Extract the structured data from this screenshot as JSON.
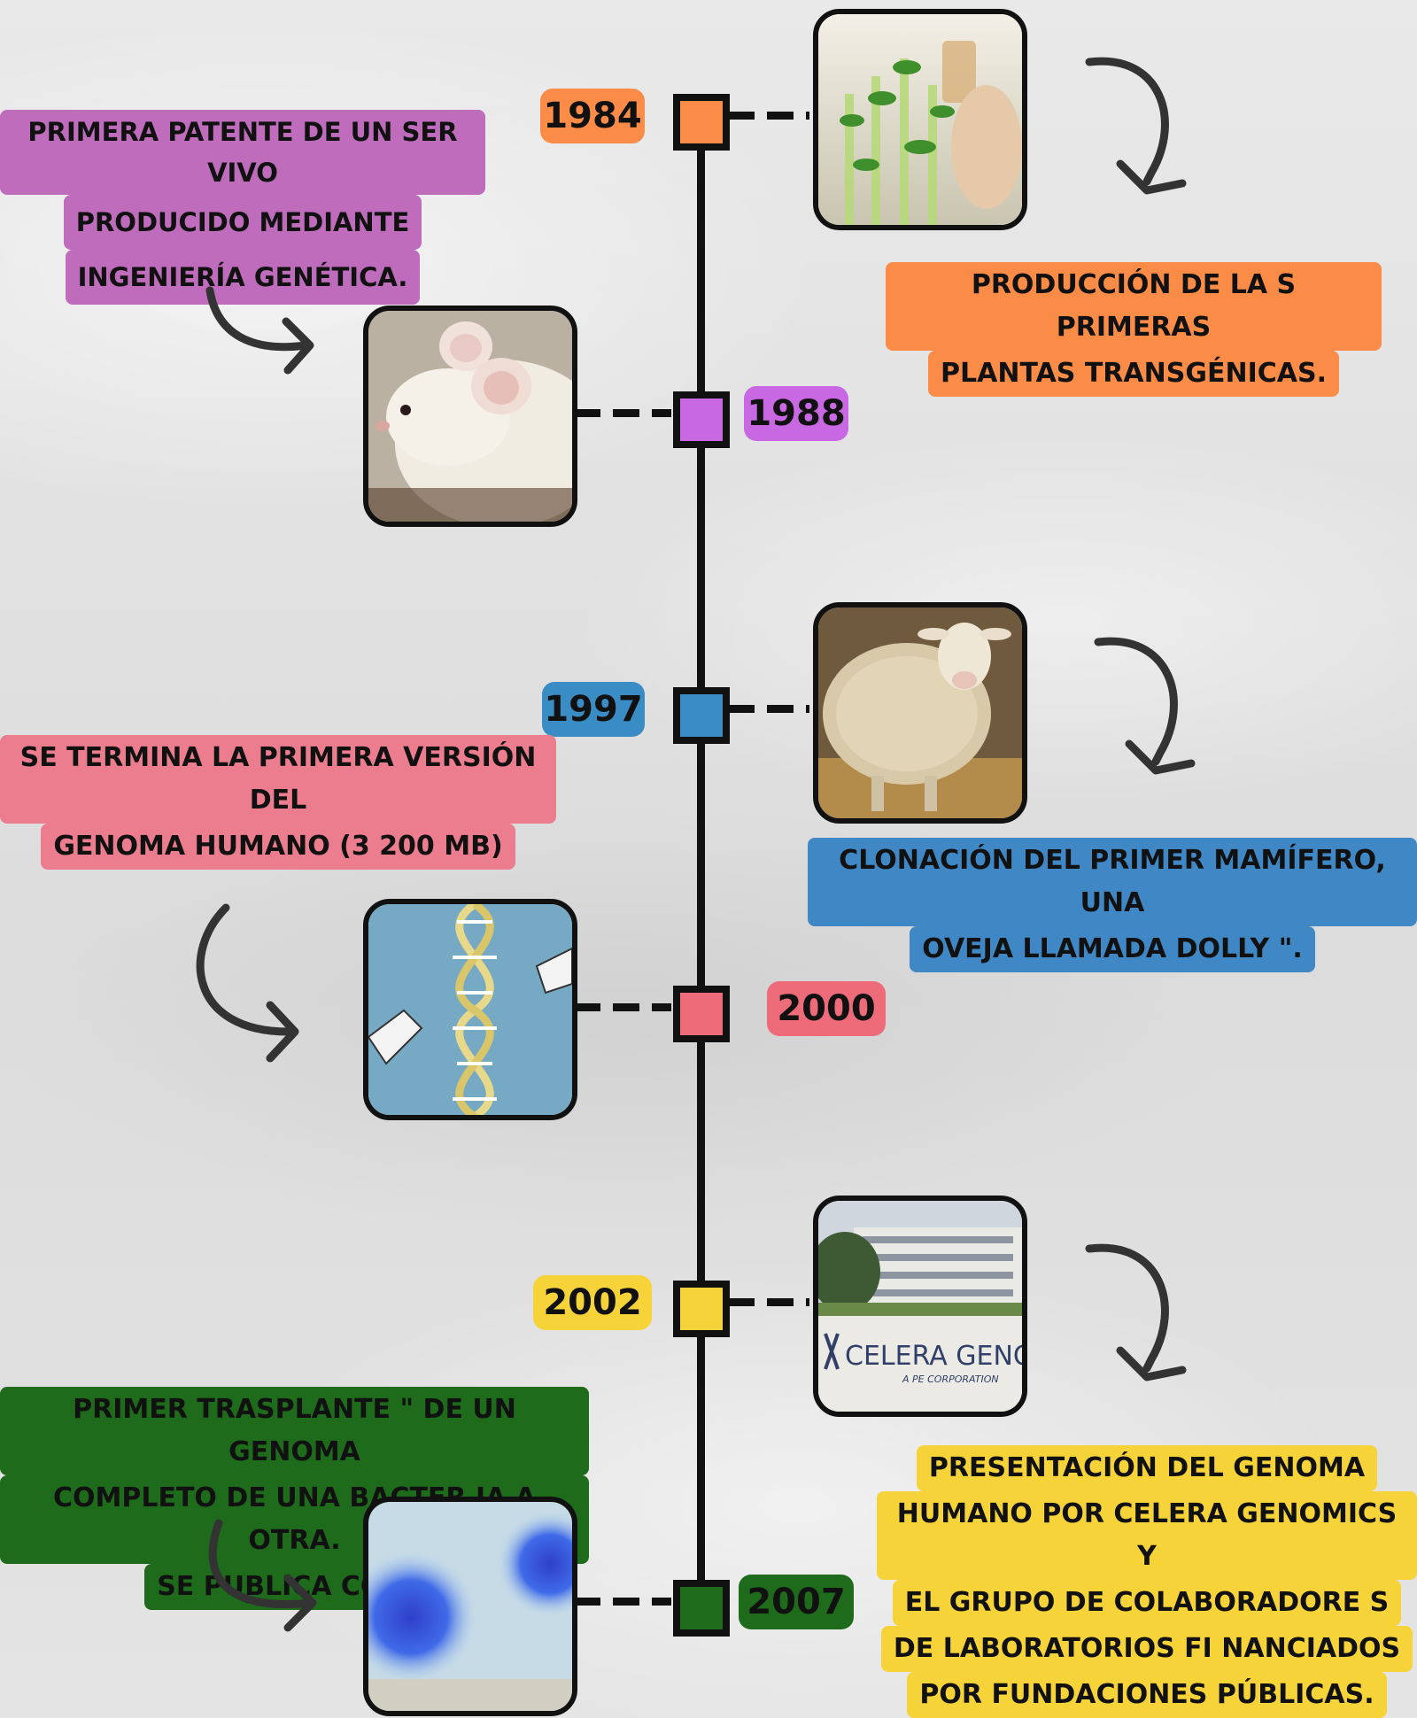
{
  "colors": {
    "1984": "#fb8c47",
    "1988": "#c968e3",
    "1997": "#3a8cc4",
    "2000": "#ee6b7a",
    "2002": "#f7d33a",
    "2007": "#1f6b1c",
    "label_1984": "#bf6cbc",
    "label_1988": "#fb8c47",
    "label_1997": "#ec7d8e",
    "label_2000": "#3f88c5",
    "label_2002": "#1f6b1c",
    "label_2007": "#f7d33a"
  },
  "events": [
    {
      "year": "1984",
      "lines": [
        "PRIMERA PATENTE DE UN SER VIVO",
        "PRODUCIDO MEDIANTE",
        "INGENIERÍA GENÉTICA."
      ],
      "photo_icon": "plant-test-tubes-photo"
    },
    {
      "year": "1988",
      "lines": [
        "PRODUCCIÓN DE LA S PRIMERAS",
        "PLANTAS TRANSGÉNICAS."
      ],
      "photo_icon": "white-mouse-photo"
    },
    {
      "year": "1997",
      "lines": [
        "SE TERMINA LA PRIMERA VERSIÓN DEL",
        "GENOMA HUMANO (3 200 MB)"
      ],
      "photo_icon": "dolly-sheep-photo"
    },
    {
      "year": "2000",
      "lines": [
        "CLONACIÓN DEL PRIMER MAMÍFERO, UNA",
        "OVEJA LLAMADA DOLLY \"."
      ],
      "photo_icon": "dna-helix-photo"
    },
    {
      "year": "2002",
      "lines": [
        "PRIMER TRASPLANTE \" DE UN GENOMA",
        "COMPLETO DE UNA BACTER IA A OTRA.",
        "SE PUBLICA COMO"
      ],
      "photo_icon": "celera-building-photo",
      "sign_text": "CELERA GENOM",
      "sign_subtext": "A PE CORPORATION"
    },
    {
      "year": "2007",
      "lines": [
        "PRESENTACIÓN DEL GENOMA",
        "HUMANO POR CELERA GENOMICS Y",
        "EL GRUPO DE COLABORADORE S",
        "DE LABORATORIOS FI NANCIADOS",
        "POR FUNDACIONES PÚBLICAS."
      ],
      "photo_icon": "bacteria-colonies-photo"
    }
  ]
}
